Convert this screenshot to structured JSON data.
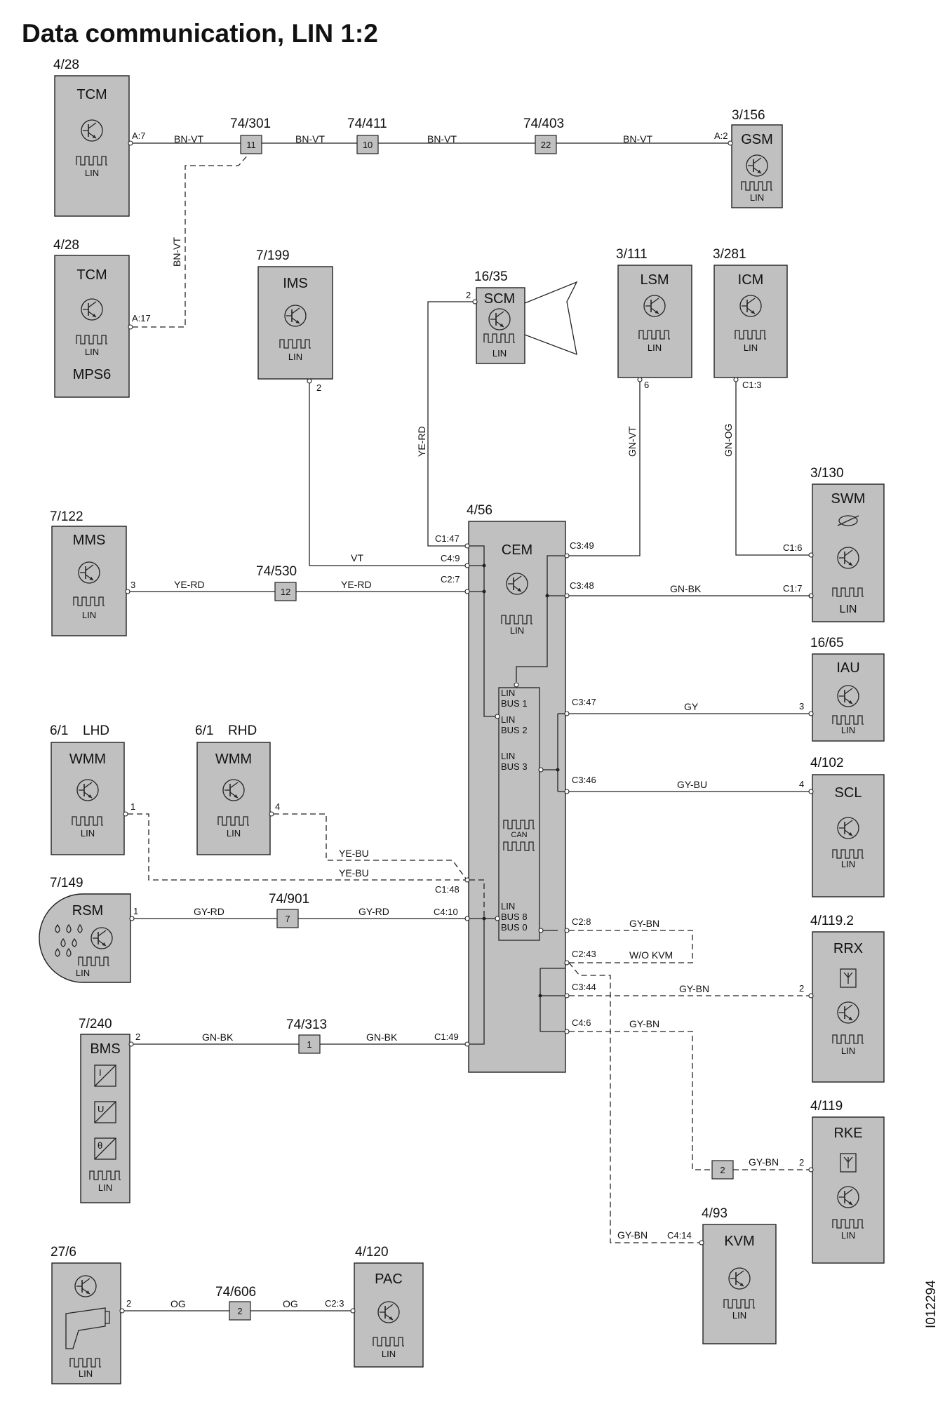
{
  "title": "Data communication, LIN 1:2",
  "doc_id": "I012294",
  "modules": {
    "tcm1": {
      "ref": "4/28",
      "name": "TCM",
      "lin": "LIN",
      "pin": "A:7"
    },
    "tcm2": {
      "ref": "4/28",
      "name": "TCM",
      "lin": "LIN",
      "sub": "MPS6",
      "pin": "A:17"
    },
    "gsm": {
      "ref": "3/156",
      "name": "GSM",
      "lin": "LIN",
      "pin": "A:2"
    },
    "ims": {
      "ref": "7/199",
      "name": "IMS",
      "lin": "LIN",
      "pin": "2"
    },
    "scm": {
      "ref": "16/35",
      "name": "SCM",
      "lin": "LIN",
      "pin": "2"
    },
    "lsm": {
      "ref": "3/111",
      "name": "LSM",
      "lin": "LIN",
      "pin": "6"
    },
    "icm": {
      "ref": "3/281",
      "name": "ICM",
      "lin": "LIN",
      "pin": "C1:3"
    },
    "swm": {
      "ref": "3/130",
      "name": "SWM",
      "lin": "LIN",
      "pin1": "C1:6",
      "pin2": "C1:7"
    },
    "mms": {
      "ref": "7/122",
      "name": "MMS",
      "lin": "LIN",
      "pin": "3"
    },
    "cem": {
      "ref": "4/56",
      "name": "CEM",
      "lin": "LIN",
      "can": "CAN"
    },
    "iau": {
      "ref": "16/65",
      "name": "IAU",
      "lin": "LIN",
      "pin": "3"
    },
    "scl": {
      "ref": "4/102",
      "name": "SCL",
      "lin": "LIN",
      "pin": "4"
    },
    "wmm_l": {
      "ref": "6/1",
      "variant": "LHD",
      "name": "WMM",
      "lin": "LIN",
      "pin": "1"
    },
    "wmm_r": {
      "ref": "6/1",
      "variant": "RHD",
      "name": "WMM",
      "lin": "LIN",
      "pin": "4"
    },
    "rsm": {
      "ref": "7/149",
      "name": "RSM",
      "lin": "LIN",
      "pin": "1"
    },
    "rrx": {
      "ref": "4/119.2",
      "name": "RRX",
      "lin": "LIN",
      "pin": "2"
    },
    "bms": {
      "ref": "7/240",
      "name": "BMS",
      "lin": "LIN",
      "pin": "2",
      "icons": [
        "I",
        "U",
        "θ"
      ]
    },
    "rke": {
      "ref": "4/119",
      "name": "RKE",
      "lin": "LIN",
      "pin": "2"
    },
    "kvm": {
      "ref": "4/93",
      "name": "KVM",
      "lin": "LIN",
      "pin": "C4:14"
    },
    "cam": {
      "ref": "27/6",
      "lin": "LIN",
      "pin": "2"
    },
    "pac": {
      "ref": "4/120",
      "name": "PAC",
      "lin": "LIN",
      "pin": "C2:3"
    }
  },
  "connectors": {
    "c74_301": {
      "ref": "74/301",
      "pin": "11"
    },
    "c74_411": {
      "ref": "74/411",
      "pin": "10"
    },
    "c74_403": {
      "ref": "74/403",
      "pin": "22"
    },
    "c74_530": {
      "ref": "74/530",
      "pin": "12"
    },
    "c74_901": {
      "ref": "74/901",
      "pin": "7"
    },
    "c74_313": {
      "ref": "74/313",
      "pin": "1"
    },
    "c74_606": {
      "ref": "74/606",
      "pin": "2"
    },
    "c_rke": {
      "pin": "2"
    }
  },
  "cem_pins": {
    "c1_47": "C1:47",
    "c4_9": "C4:9",
    "c2_7": "C2:7",
    "c3_49": "C3:49",
    "c3_48": "C3:48",
    "c3_47": "C3:47",
    "c3_46": "C3:46",
    "c1_48": "C1:48",
    "c4_10": "C4:10",
    "c2_8": "C2:8",
    "c2_43": "C2:43",
    "c3_44": "C3:44",
    "c4_6": "C4:6",
    "c1_49": "C1:49"
  },
  "buses": {
    "bus1": [
      "LIN",
      "BUS 1"
    ],
    "bus2": [
      "LIN",
      "BUS 2"
    ],
    "bus3": [
      "LIN",
      "BUS 3"
    ],
    "bus8": [
      "LIN",
      "BUS 8",
      "BUS 0"
    ]
  },
  "wires": {
    "bn_vt": "BN-VT",
    "vt": "VT",
    "ye_rd": "YE-RD",
    "gn_vt": "GN-VT",
    "gn_og": "GN-OG",
    "gn_bk": "GN-BK",
    "gy": "GY",
    "gy_bu": "GY-BU",
    "ye_bu": "YE-BU",
    "gy_rd": "GY-RD",
    "gy_bn": "GY-BN",
    "wo_kvm": "W/O KVM",
    "og": "OG"
  }
}
